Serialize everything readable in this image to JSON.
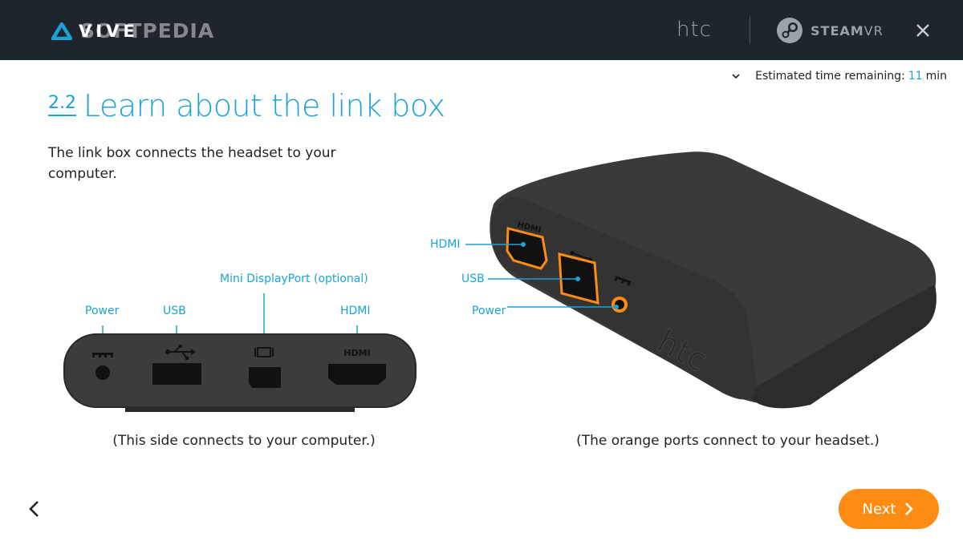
{
  "header": {
    "brand": "VIVE",
    "watermark": "SOFTPEDIA",
    "htc_logo": "htc",
    "steam_label": "STEAM",
    "steam_vr": "VR"
  },
  "timer": {
    "prefix": "Estimated time remaining:",
    "value": "11",
    "unit": "min"
  },
  "step": {
    "number": "2.2",
    "title": "Learn about the link box",
    "description": "The link box connects the headset to your computer."
  },
  "left_diagram": {
    "labels": {
      "power": "Power",
      "usb": "USB",
      "mini_dp": "Mini DisplayPort (optional)",
      "hdmi": "HDMI"
    },
    "port_text_hdmi": "HDMI",
    "caption": "(This side connects to your computer.)"
  },
  "right_diagram": {
    "labels": {
      "hdmi": "HDMI",
      "usb": "USB",
      "power": "Power"
    },
    "port_text_hdmi": "HDMI",
    "device_logo": "htc",
    "caption": "(The orange ports connect to your headset.)"
  },
  "navigation": {
    "next_label": "Next"
  },
  "colors": {
    "accent": "#1ba2d8",
    "orange": "#ff8c12",
    "topbar": "#1f252c"
  }
}
